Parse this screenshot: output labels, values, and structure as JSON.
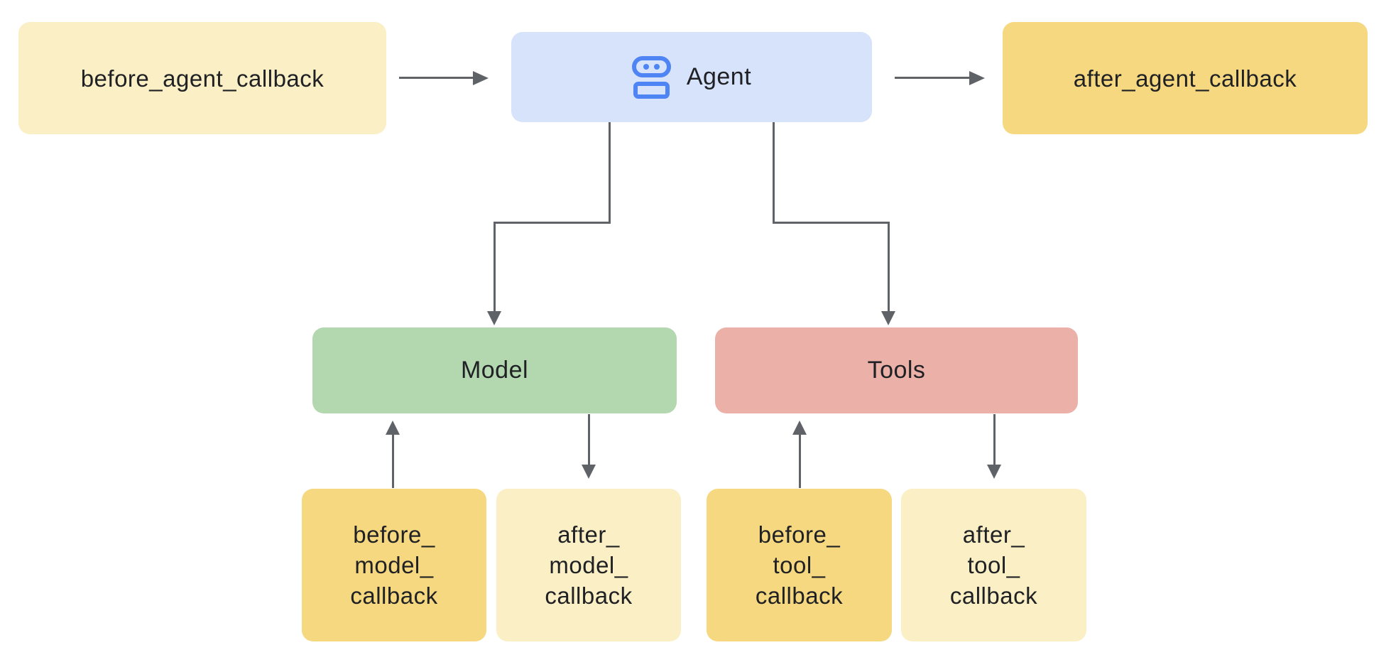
{
  "colors": {
    "canvas-bg": "#ffffff",
    "yellow-light": "#faefc5",
    "yellow-medium": "#f5d87f",
    "blue-light": "#d6e3fb",
    "green": "#b3d7ae",
    "pink": "#ebb0a7",
    "icon-blue": "#4e84f3",
    "arrow-gray": "#5f6368",
    "text-dark": "#202124"
  },
  "nodes": {
    "before_agent": {
      "label": "before_agent_callback"
    },
    "agent": {
      "label": "Agent",
      "icon": "robot-icon"
    },
    "after_agent": {
      "label": "after_agent_callback"
    },
    "model": {
      "label": "Model"
    },
    "tools": {
      "label": "Tools"
    },
    "before_model": {
      "label": "before_\nmodel_\ncallback"
    },
    "after_model": {
      "label": "after_\nmodel_\ncallback"
    },
    "before_tool": {
      "label": "before_\ntool_\ncallback"
    },
    "after_tool": {
      "label": "after_\ntool_\ncallback"
    }
  },
  "edges": [
    {
      "from": "before_agent",
      "to": "agent"
    },
    {
      "from": "agent",
      "to": "after_agent"
    },
    {
      "from": "agent",
      "to": "model"
    },
    {
      "from": "agent",
      "to": "tools"
    },
    {
      "from": "before_model",
      "to": "model"
    },
    {
      "from": "model",
      "to": "after_model"
    },
    {
      "from": "before_tool",
      "to": "tools"
    },
    {
      "from": "tools",
      "to": "after_tool"
    }
  ]
}
